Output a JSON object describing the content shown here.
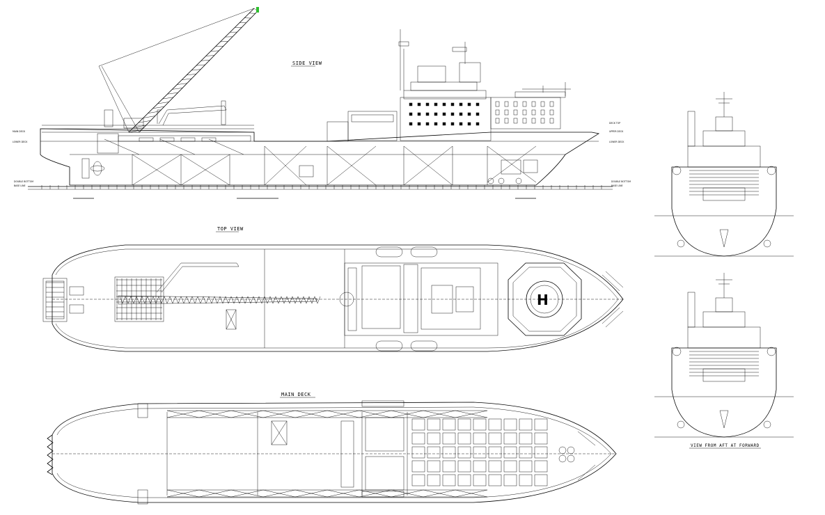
{
  "titles": {
    "side_view": "SIDE VIEW",
    "top_view": "TOP VIEW",
    "main_deck": "MAIN DECK",
    "end_view": "VIEW FROM AFT AT FORWARD"
  },
  "colors": {
    "line": "#000000",
    "background": "#ffffff",
    "crane_hook": "#2fbf2f"
  },
  "icons": {
    "helideck": "helipad-h-icon",
    "crane": "crane-icon",
    "propeller": "propeller-icon"
  }
}
